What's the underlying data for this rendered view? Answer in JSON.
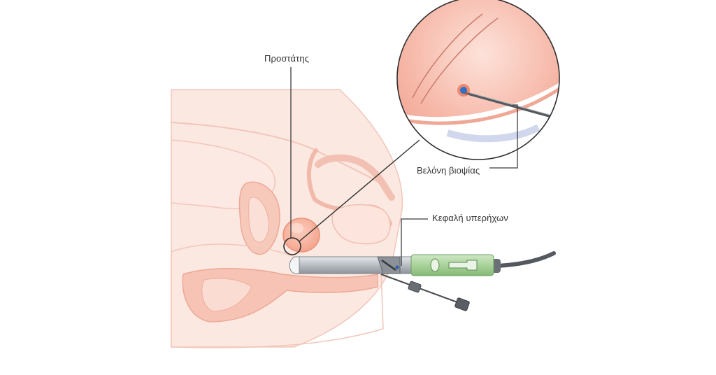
{
  "labels": {
    "prostate": "Προστάτης",
    "biopsy_needle": "Βελόνη βιοψίας",
    "ultrasound_probe": "Κεφαλή υπερήχων"
  },
  "colors": {
    "body_fill": "#fbe6df",
    "body_stroke": "#f0bfb2",
    "prostate": "#f6b19e",
    "probe_green": "#a9d39a",
    "probe_grey": "#b9bec3",
    "cable": "#555a60",
    "zoom_fill": "#f3a99a",
    "lesion_blue": "#2f6fc4",
    "lesion_red": "#e2542f",
    "leader_line": "#3b3b3b"
  }
}
